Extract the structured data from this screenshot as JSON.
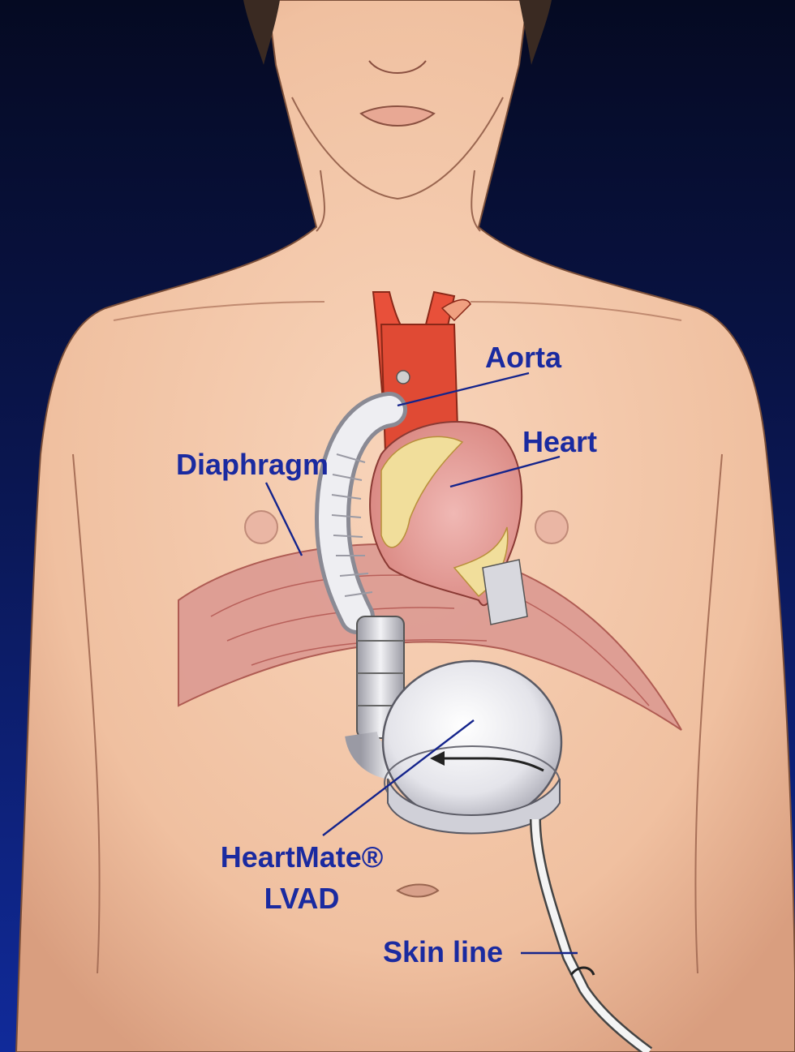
{
  "labels": {
    "aorta": "Aorta",
    "heart": "Heart",
    "diaphragm": "Diaphragm",
    "device_line1": "HeartMate®",
    "device_line2": "LVAD",
    "skin_line": "Skin line"
  },
  "colors": {
    "background_top": "#050a22",
    "background_bottom": "#102a9a",
    "label": "#1a2aa0",
    "skin": "#f4c9ac",
    "aorta": "#e8503a",
    "heart": "#e8a3a0",
    "fat": "#f1de9b",
    "diaphragm": "#d98c86",
    "device": "#e8e8ec"
  }
}
